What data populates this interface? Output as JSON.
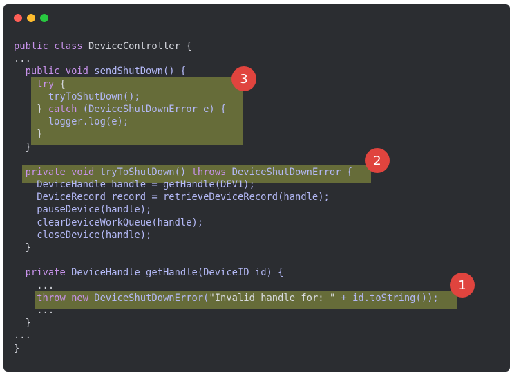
{
  "window": {
    "title_buttons": [
      {
        "name": "close",
        "color": "#ff5f57"
      },
      {
        "name": "minimize",
        "color": "#febc2e"
      },
      {
        "name": "zoom",
        "color": "#28c840"
      }
    ]
  },
  "badges": [
    "1",
    "2",
    "3"
  ],
  "code_lines": [
    [
      {
        "t": "public class ",
        "c": "kw"
      },
      {
        "t": "DeviceController {",
        "c": "plain"
      }
    ],
    [
      {
        "t": "...",
        "c": "plain"
      }
    ],
    [
      {
        "t": "  public void ",
        "c": "kw"
      },
      {
        "t": "sendShutDown() {",
        "c": "type"
      }
    ],
    [
      {
        "t": "    try ",
        "c": "kw"
      },
      {
        "t": "{",
        "c": "plain"
      }
    ],
    [
      {
        "t": "      tryToShutDown();",
        "c": "type"
      }
    ],
    [
      {
        "t": "    } ",
        "c": "plain"
      },
      {
        "t": "catch ",
        "c": "kw"
      },
      {
        "t": "(DeviceShutDownError e) {",
        "c": "type"
      }
    ],
    [
      {
        "t": "      logger.log(e);",
        "c": "type"
      }
    ],
    [
      {
        "t": "    }",
        "c": "plain"
      }
    ],
    [
      {
        "t": "  }",
        "c": "plain"
      }
    ],
    [
      {
        "t": "",
        "c": "plain"
      }
    ],
    [
      {
        "t": "  private void ",
        "c": "kw"
      },
      {
        "t": "tryToShutDown() ",
        "c": "type"
      },
      {
        "t": "throws ",
        "c": "kw"
      },
      {
        "t": "DeviceShutDownError {",
        "c": "type"
      }
    ],
    [
      {
        "t": "    DeviceHandle handle = getHandle(DEV1);",
        "c": "type"
      }
    ],
    [
      {
        "t": "    DeviceRecord record = retrieveDeviceRecord(handle);",
        "c": "type"
      }
    ],
    [
      {
        "t": "    pauseDevice(handle);",
        "c": "type"
      }
    ],
    [
      {
        "t": "    clearDeviceWorkQueue(handle);",
        "c": "type"
      }
    ],
    [
      {
        "t": "    closeDevice(handle);",
        "c": "type"
      }
    ],
    [
      {
        "t": "  }",
        "c": "plain"
      }
    ],
    [
      {
        "t": "",
        "c": "plain"
      }
    ],
    [
      {
        "t": "  private ",
        "c": "kw"
      },
      {
        "t": "DeviceHandle getHandle(DeviceID id) {",
        "c": "type"
      }
    ],
    [
      {
        "t": "    ...",
        "c": "plain"
      }
    ],
    [
      {
        "t": "    throw new ",
        "c": "kw"
      },
      {
        "t": "DeviceShutDownError(",
        "c": "type"
      },
      {
        "t": "\"Invalid handle for: \"",
        "c": "str"
      },
      {
        "t": " + id.toString());",
        "c": "type"
      }
    ],
    [
      {
        "t": "    ...",
        "c": "plain"
      }
    ],
    [
      {
        "t": "  }",
        "c": "plain"
      }
    ],
    [
      {
        "t": "...",
        "c": "plain"
      }
    ],
    [
      {
        "t": "}",
        "c": "plain"
      }
    ]
  ]
}
